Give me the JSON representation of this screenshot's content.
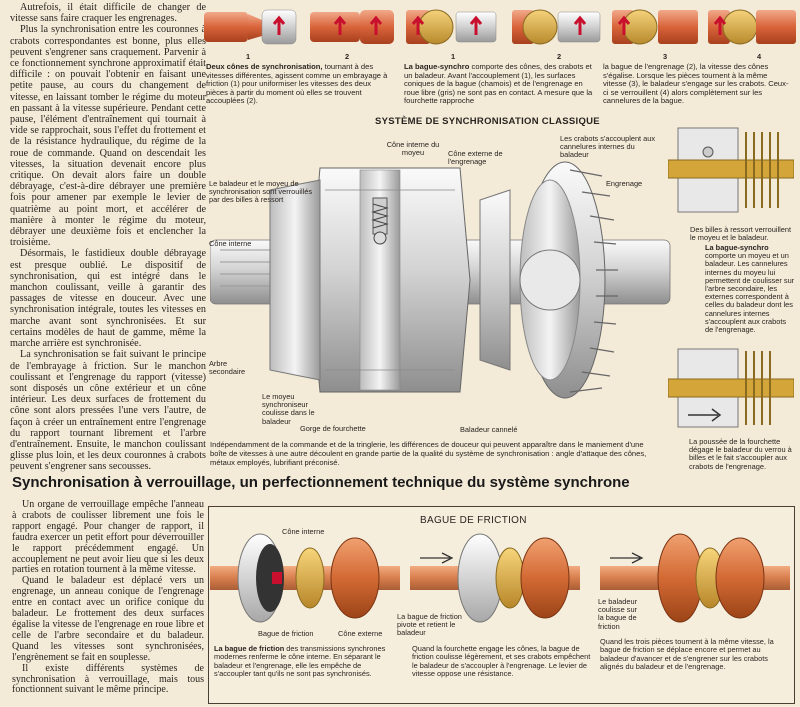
{
  "left_column": [
    "Autrefois, il était difficile de changer de vitesse sans faire craquer les engrenages.",
    "Plus la synchronisation entre les couronnes à crabots correspondantes est bonne, plus elles peuvent s'engrener sans craquement. Parvenir à ce fonctionnement synchrone approximatif était difficile : on pouvait l'obtenir en faisant une petite pause, au cours du changement de vitesse, en laissant tomber le régime du moteur en passant à la vitesse supérieure. Pendant cette pause, l'élément d'entraînement qui tournait à vide se rapprochait, sous l'effet du frottement et de la résistance hydraulique, du régime de la roue de commande. Quand on descendait les vitesses, la situation devenait encore plus critique. On devait alors faire un double débrayage, c'est-à-dire débrayer une première fois pour amener par exemple le levier de quatrième au point mort, et accélérer de manière à monter le régime du moteur, débrayer une deuxième fois et enclencher la troisième.",
    "Désormais, le fastidieux double débrayage est presque oublié. Le dispositif de synchronisation, qui est intégré dans le manchon coulissant, veille à garantir des passages de vitesse en douceur. Avec une synchronisation intégrale, toutes les vitesses en marche avant sont synchronisées. Et sur certains modèles de haut de gamme, même la marche arrière est synchronisée.",
    "La synchronisation se fait suivant le principe de l'embrayage à friction. Sur le manchon coulissant et l'engrenage du rapport (vitesse) sont disposés un cône extérieur et un cône intérieur. Les deux surfaces de frottement du cône sont alors pressées l'une vers l'autre, de façon à créer un entraînement entre l'engrenage du rapport tournant librement et l'arbre d'entraînement. Ensuite, le manchon coulissant glisse plus loin, et les deux couronnes à crabots peuvent s'engrener sans secousses."
  ],
  "strip": {
    "numbers": [
      "1",
      "2",
      "1",
      "2",
      "3",
      "4"
    ],
    "cap1_bold": "Deux cônes de synchronisation,",
    "cap1": " tournant à des vitesses différentes, agissent comme un embrayage à friction (1) pour uniformiser les vitesses des deux pièces à partir du moment où elles se trouvent accouplées (2).",
    "cap2_bold": "La bague-synchro",
    "cap2": " comporte des cônes, des crabots et un baladeur. Avant l'accouplement (1), les surfaces coniques de la bague (chamois) et de l'engrenage en roue libre (gris) ne sont pas en contact. A mesure que la fourchette rapproche",
    "cap3": "la bague de l'engrenage (2), la vitesse des cônes s'égalise. Lorsque les pièces tournent à la même vitesse (3), le baladeur s'engage sur les crabots. Ceux-ci se verrouillent (4) alors complètement sur les cannelures de la bague."
  },
  "main": {
    "title": "SYSTÈME DE SYNCHRONISATION CLASSIQUE",
    "labels": {
      "cone_int_moyeu": "Cône interne du moyeu",
      "cone_ext": "Cône externe de l'engrenage",
      "crabots": "Les crabots s'accouplent aux cannelures internes du baladeur",
      "baladeur_moyeu": "Le baladeur et le moyeu de synchronisation sont verrouillés par des billes à ressort",
      "cone_interne": "Cône interne",
      "engrenage": "Engrenage",
      "arbre": "Arbre secondaire",
      "moyeu_sync": "Le moyeu synchroniseur coulisse dans le baladeur",
      "gorge": "Gorge de fourchette",
      "baladeur_cannele": "Baladeur cannelé"
    },
    "right_cap1": "Des billes à ressort verrouillent le moyeu et le baladeur.",
    "right_cap2_bold": "La bague-synchro",
    "right_cap2": " comporte un moyeu et un baladeur. Les cannelures internes du moyeu lui permettent de coulisser sur l'arbre secondaire, les externes correspondent à celles du baladeur dont les cannelures internes s'accouplent aux crabots de l'engrenage.",
    "right_cap3": "La poussée de la fourchette dégage le baladeur du verrou à billes et le fait s'accoupler aux crabots de l'engrenage.",
    "bottom_note": "Indépendamment de la commande et de la tringlerie, les différences de douceur qui peuvent apparaître dans le maniement d'une boîte de vitesses à une autre découlent en grande partie de la qualité du système de synchronisation : angle d'attaque des cônes, métaux employés, lubrifiant préconisé."
  },
  "section_title": "Synchronisation à verrouillage, un perfectionnement technique du système synchrone",
  "bottom_column": [
    "Un organe de verrouillage empêche l'anneau à crabots de coulisser librement une fois le rapport engagé. Pour changer de rapport, il faudra exercer un petit effort pour déverrouiller le rapport précédemment engagé. Un accouplement ne peut avoir lieu que si les deux parties en rotation tournent à la même vitesse.",
    "Quand le baladeur est déplacé vers un engrenage, un anneau conique de l'engrenage entre en contact avec un orifice conique du baladeur. Le frottement des deux surfaces égalise la vitesse de l'engrenage en roue libre et celle de l'arbre secondaire et du baladeur. Quand les vitesses sont synchronisées, l'engrènement se fait en souplesse.",
    "Il existe différents systèmes de synchronisation à verrouillage, mais tous fonctionnent suivant le même principe."
  ],
  "friction": {
    "title": "BAGUE DE FRICTION",
    "lbl_cone_int": "Cône interne",
    "lbl_bague": "Bague de friction",
    "lbl_cone_ext": "Cône externe",
    "lbl_pivote": "La bague de friction pivote et retient le baladeur",
    "lbl_coulisse": "Le baladeur coulisse sur la bague de friction",
    "cap1_bold": "La bague de friction",
    "cap1": " des transmissions synchrones modernes renferme le cône interne. En séparant le baladeur et l'engrenage, elle les empêche de s'accoupler tant qu'ils ne sont pas synchronisés.",
    "cap2": "Quand la fourchette engage les cônes, la bague de friction coulisse légèrement, et ses crabots empêchent le baladeur de s'accoupler à l'engrenage. Le levier de vitesse oppose une résistance.",
    "cap3": "Quand les trois pièces tournent à la même vitesse, la bague de friction se déplace encore et permet au baladeur d'avancer et de s'engrener sur les crabots alignés du baladeur et de l'engrenage."
  }
}
